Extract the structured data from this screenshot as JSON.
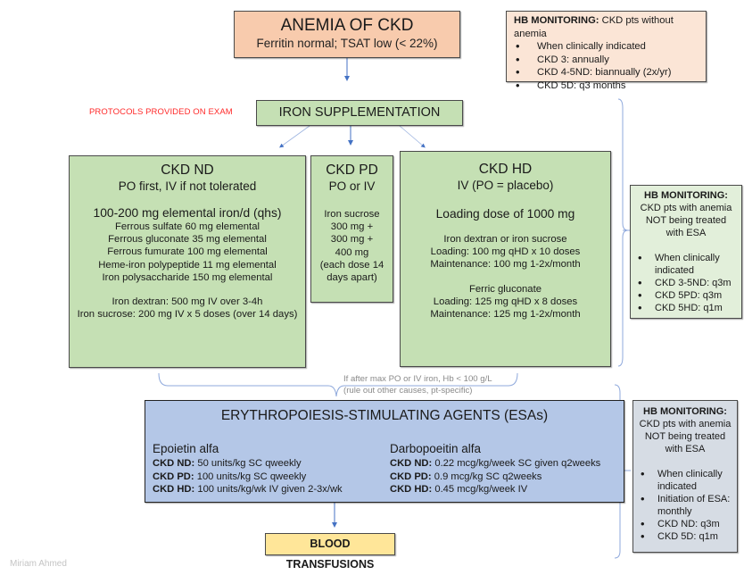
{
  "anemia": {
    "title": "ANEMIA OF CKD",
    "subtitle": "Ferritin normal; TSAT low (< 22%)"
  },
  "hb_monitoring_no_anemia": {
    "label": "HB MONITORING:",
    "description": " CKD pts without anemia",
    "items": [
      "When clinically indicated",
      "CKD 3: annually",
      "CKD 4-5ND: biannually (2x/yr)",
      "CKD 5D: q3 months"
    ]
  },
  "protocols_note": "PROTOCOLS PROVIDED ON EXAM",
  "iron_supplementation": {
    "title": "IRON SUPPLEMENTATION",
    "ckd_nd": {
      "title": "CKD ND",
      "subtitle": "PO first, IV if not tolerated",
      "dose": "100-200 mg elemental iron/d (qhs)",
      "oral_options": [
        "Ferrous sulfate 60 mg elemental",
        "Ferrous gluconate 35 mg elemental",
        "Ferrous fumurate 100 mg elemental",
        "Heme-iron polypeptide 11 mg elemental",
        "Iron polysaccharide 150 mg elemental"
      ],
      "iv_options": [
        "Iron dextran: 500 mg IV over 3-4h",
        "Iron sucrose: 200 mg IV x 5 doses (over 14 days)"
      ]
    },
    "ckd_pd": {
      "title": "CKD PD",
      "subtitle": "PO or IV",
      "lines": [
        "Iron sucrose",
        "300 mg +",
        "300 mg +",
        "400 mg",
        "(each dose 14",
        "days apart)"
      ]
    },
    "ckd_hd": {
      "title": "CKD HD",
      "subtitle": "IV (PO = placebo)",
      "dose": "Loading dose  of 1000 mg",
      "group1": [
        "Iron dextran or iron sucrose",
        "Loading: 100 mg qHD x 10 doses",
        "Maintenance: 100 mg 1-2x/month"
      ],
      "group2": [
        "Ferric gluconate",
        "Loading: 125 mg qHD x 8 doses",
        "Maintenance: 125 mg 1-2x/month"
      ]
    }
  },
  "hb_monitoring_iron": {
    "label": "HB MONITORING:",
    "description": [
      "CKD pts with anemia",
      "NOT being treated",
      "with ESA"
    ],
    "items": [
      "When clinically indicated",
      "CKD 3-5ND: q3m",
      "CKD 5PD: q3m",
      "CKD 5HD: q1m"
    ]
  },
  "transition_note": {
    "line1": "If after max PO or IV iron, Hb < 100 g/L",
    "line2": "(rule out other causes, pt-specific)"
  },
  "esa": {
    "title": "ERYTHROPOIESIS-STIMULATING AGENTS (ESAs)",
    "epoietin": {
      "name": "Epoietin alfa",
      "rows": [
        {
          "label": "CKD ND:",
          "value": " 50 units/kg SC qweekly"
        },
        {
          "label": "CKD PD:",
          "value": " 100 units/kg SC qweekly"
        },
        {
          "label": "CKD HD:",
          "value": " 100 units/kg/wk IV given 2-3x/wk"
        }
      ]
    },
    "darbopoeitin": {
      "name": "Darbopoeitin alfa",
      "rows": [
        {
          "label": "CKD ND:",
          "value": " 0.22 mcg/kg/week SC given q2weeks"
        },
        {
          "label": "CKD PD:",
          "value": " 0.9 mcg/kg SC q2weeks"
        },
        {
          "label": "CKD HD:",
          "value": " 0.45 mcg/kg/week IV"
        }
      ]
    }
  },
  "hb_monitoring_esa": {
    "label": "HB MONITORING:",
    "description": [
      "CKD pts with anemia",
      "NOT being treated",
      "with ESA"
    ],
    "items": [
      "When clinically indicated",
      "Initiation of ESA: monthly",
      "CKD ND: q3m",
      "CKD 5D: q1m"
    ]
  },
  "blood_transfusions": "BLOOD TRANSFUSIONS",
  "author": "Miriam Ahmed",
  "colors": {
    "anemia_box": "#f8cbad",
    "hb_box_top": "#fbe5d6",
    "iron_boxes": "#c5e0b4",
    "hb_box_iron": "#e2efda",
    "esa_box": "#b4c7e7",
    "hb_box_esa": "#d6dce4",
    "transfusion_box": "#ffe699",
    "connector": "#4472c4",
    "protocol_note": "#ff2a2a"
  }
}
